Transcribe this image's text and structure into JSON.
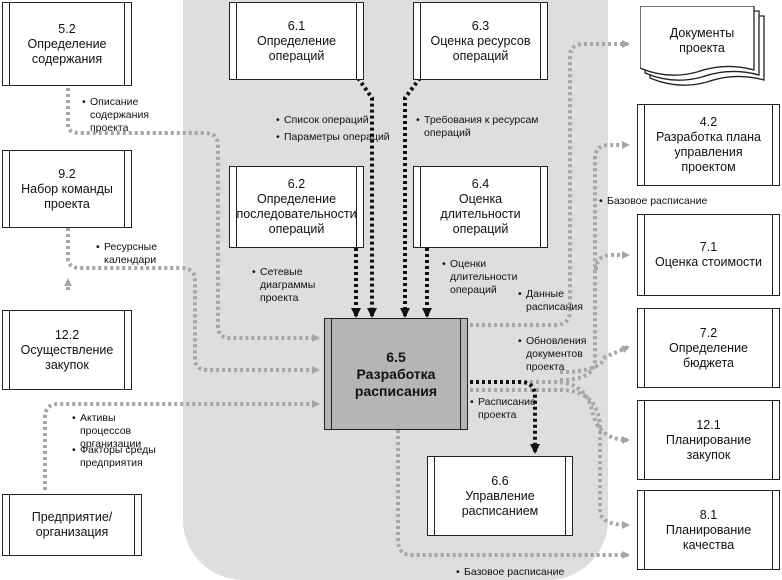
{
  "boxes": {
    "b52": {
      "num": "5.2",
      "title": "Определение содержания"
    },
    "b92": {
      "num": "9.2",
      "title": "Набор команды проекта"
    },
    "b122": {
      "num": "12.2",
      "title": "Осуществление закупок"
    },
    "b61": {
      "num": "6.1",
      "title": "Определение операций"
    },
    "b63": {
      "num": "6.3",
      "title": "Оценка ресурсов операций"
    },
    "b62": {
      "num": "6.2",
      "title": "Определение последовательности операций"
    },
    "b64": {
      "num": "6.4",
      "title": "Оценка длительности операций"
    },
    "b65": {
      "num": "6.5",
      "title": "Разработка расписания"
    },
    "b66": {
      "num": "6.6",
      "title": "Управление расписанием"
    },
    "b42": {
      "num": "4.2",
      "title": "Разработка плана управления проектом"
    },
    "b71": {
      "num": "7.1",
      "title": "Оценка стоимости"
    },
    "b72": {
      "num": "7.2",
      "title": "Определение бюджета"
    },
    "b121": {
      "num": "12.1",
      "title": "Планирование закупок"
    },
    "b81": {
      "num": "8.1",
      "title": "Планирование качества"
    },
    "enterprise": {
      "title": "Предприятие/ организация"
    },
    "docs": {
      "title": "Документы проекта"
    }
  },
  "labels": {
    "scope_desc": "Описание содержания проекта",
    "activity_list": "Список операций",
    "activity_params": "Параметры операций",
    "resource_req": "Требования к ресурсам операций",
    "resource_cal": "Ресурсные календари",
    "network": "Сетевые диаграммы проекта",
    "durations": "Оценки длительности операций",
    "schedule_data": "Данные расписания",
    "doc_updates": "Обновления документов проекта",
    "baseline_top": "Базовое расписание",
    "schedule": "Расписание проекта",
    "assets": "Активы процессов организации",
    "factors": "Факторы среды предприятия",
    "baseline_bottom": "Базовое расписание"
  },
  "colors": {
    "panel": "#dedede",
    "main_box": "#b5b5b5",
    "dashed_arrow": "#a6a6a6",
    "solid_arrow": "#111111"
  }
}
